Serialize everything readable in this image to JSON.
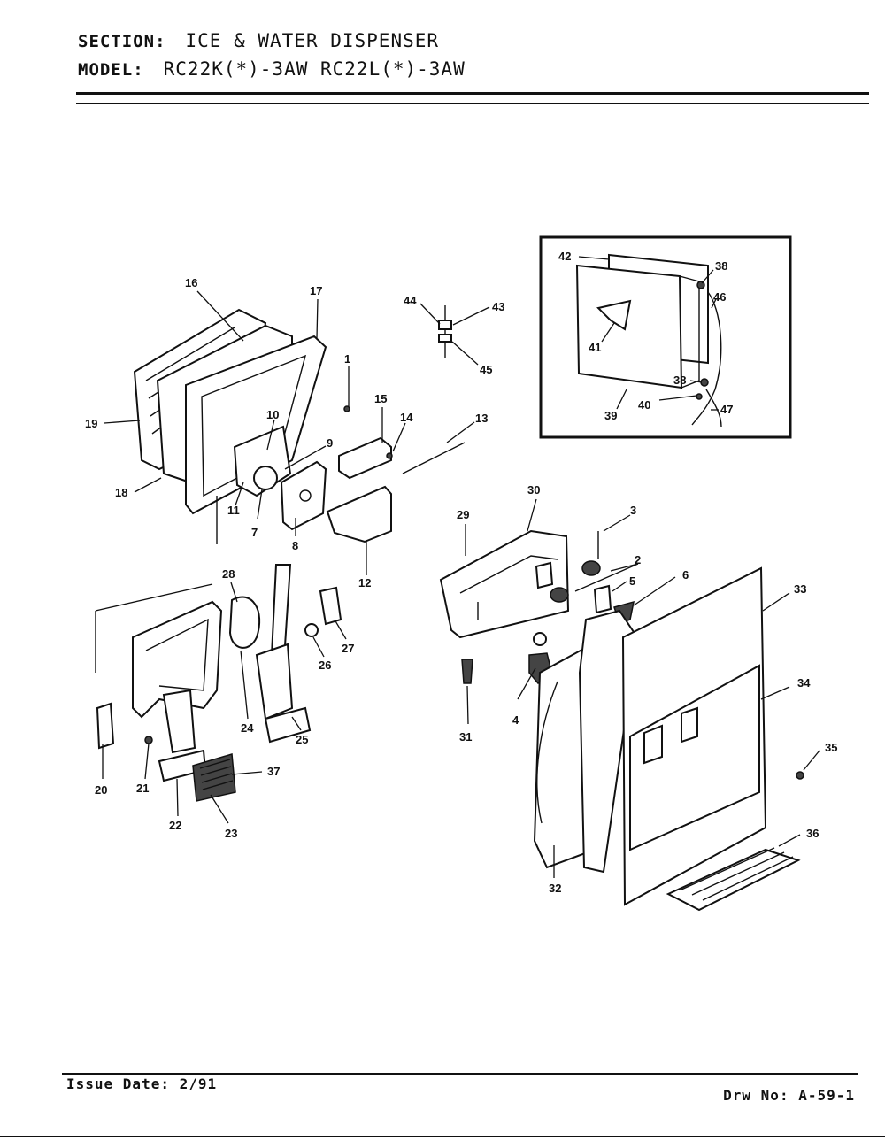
{
  "header": {
    "section_label": "SECTION:",
    "section_value": "ICE & WATER DISPENSER",
    "model_label": "MODEL:",
    "model_value": "RC22K(*)-3AW  RC22L(*)-3AW"
  },
  "footer": {
    "issue_date": "Issue Date: 2/91",
    "drawing_no": "Drw No: A-59-1"
  },
  "callouts": {
    "c1": "1",
    "c2": "2",
    "c3": "3",
    "c4": "4",
    "c5": "5",
    "c6": "6",
    "c7": "7",
    "c8": "8",
    "c9": "9",
    "c10": "10",
    "c11": "11",
    "c12": "12",
    "c13": "13",
    "c14": "14",
    "c15": "15",
    "c16": "16",
    "c17": "17",
    "c18": "18",
    "c19": "19",
    "c20": "20",
    "c21": "21",
    "c22": "22",
    "c23": "23",
    "c24": "24",
    "c25": "25",
    "c26": "26",
    "c27": "27",
    "c28": "28",
    "c29": "29",
    "c30": "30",
    "c31": "31",
    "c32": "32",
    "c33": "33",
    "c34": "34",
    "c35": "35",
    "c36": "36",
    "c37": "37",
    "c38a": "38",
    "c38b": "38",
    "c39": "39",
    "c40": "40",
    "c41": "41",
    "c42": "42",
    "c43": "43",
    "c44": "44",
    "c45": "45",
    "c46": "46",
    "c47": "47"
  }
}
